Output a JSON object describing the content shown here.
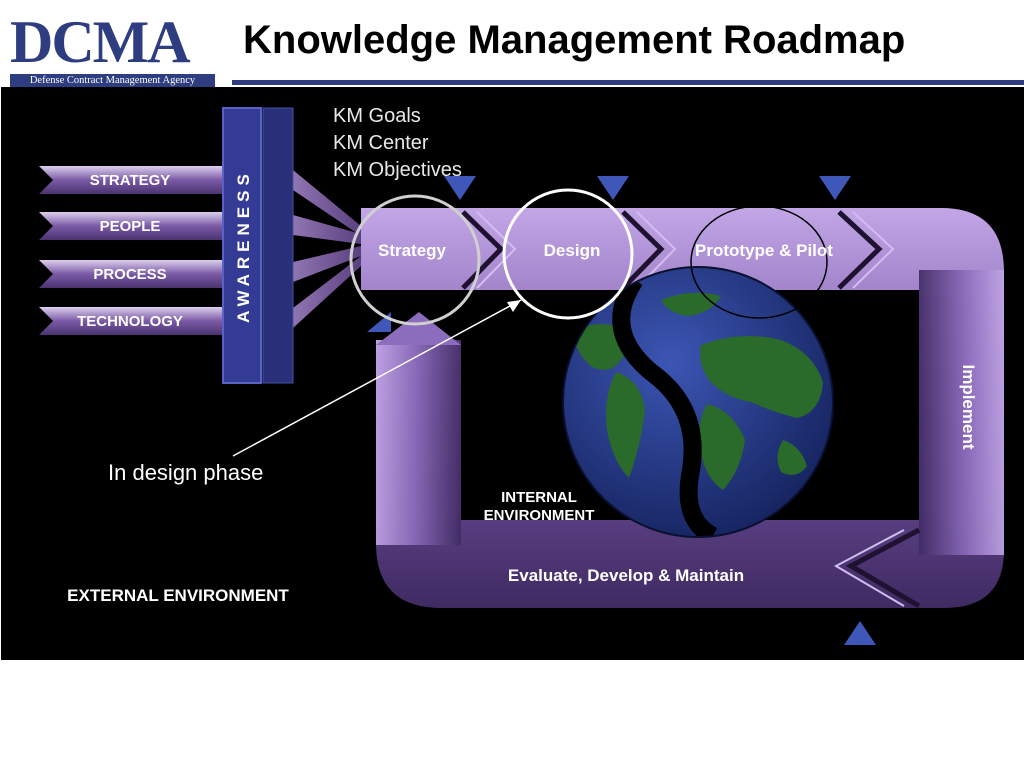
{
  "header": {
    "logo_text": "DCMA",
    "logo_subtitle": "Defense Contract Management Agency",
    "title": "Knowledge Management Roadmap"
  },
  "diagram": {
    "inputs": [
      "STRATEGY",
      "PEOPLE",
      "PROCESS",
      "TECHNOLOGY"
    ],
    "awareness": "AWARENESS",
    "phases": {
      "strategy": "Strategy",
      "design": "Design",
      "prototype": "Prototype & Pilot",
      "implement": "Implement",
      "evaluate": "Evaluate, Develop & Maintain"
    },
    "internal_env": [
      "INTERNAL",
      "ENVIRONMENT"
    ],
    "external_env": "EXTERNAL ENVIRONMENT",
    "km_notes": [
      "KM Goals",
      "KM Center",
      "KM Objectives"
    ],
    "callout": "In design phase"
  },
  "colors": {
    "brand_navy": "#2e3d80",
    "band_purple": "#7a5aa6",
    "band_light": "#b69ad8",
    "awareness_blue": "#343b94",
    "marker_blue": "#3f57b8",
    "ocean": "#22348a",
    "land": "#2a6a2a"
  }
}
